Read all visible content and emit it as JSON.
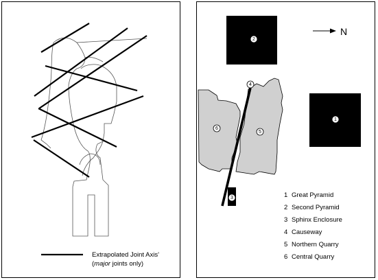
{
  "left_panel": {
    "legend_line1": "Extrapolated Joint Axis'",
    "legend_line2_italic": "major",
    "legend_line2_rest": " joints only)",
    "legend_open_paren": "("
  },
  "right_panel": {
    "north_label": "N",
    "markers": [
      {
        "id": "marker-2",
        "text": "2",
        "style": "dark"
      },
      {
        "id": "marker-1",
        "text": "1",
        "style": "dark"
      },
      {
        "id": "marker-4",
        "text": "4",
        "style": "light"
      },
      {
        "id": "marker-6",
        "text": "6",
        "style": "light"
      },
      {
        "id": "marker-5",
        "text": "5",
        "style": "light"
      },
      {
        "id": "marker-3",
        "text": "3",
        "style": "dark"
      }
    ],
    "key": [
      {
        "num": "1",
        "label": "Great Pyramid"
      },
      {
        "num": "2",
        "label": "Second Pyramid"
      },
      {
        "num": "3",
        "label": "Sphinx Enclosure"
      },
      {
        "num": "4",
        "label": "Causeway"
      },
      {
        "num": "5",
        "label": "Northern Quarry"
      },
      {
        "num": "6",
        "label": "Central Quarry"
      }
    ]
  }
}
